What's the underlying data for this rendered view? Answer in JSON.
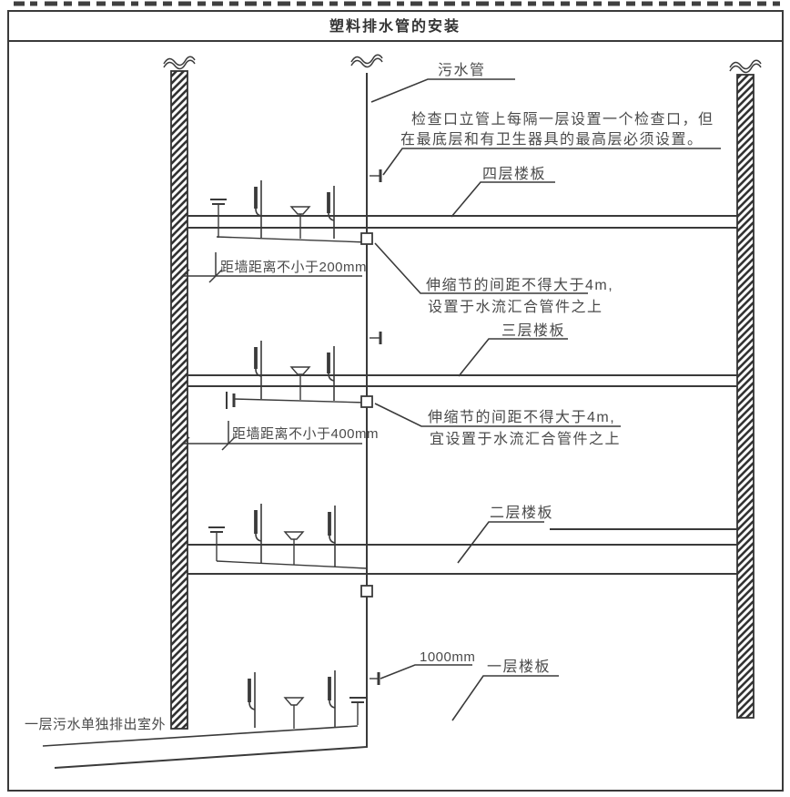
{
  "title": "塑料排水管的安装",
  "annotations": {
    "sewage_pipe": "污水管",
    "inspection_port_note": [
      "检查口立管上每隔一层设置一个检查口，但",
      "在最底层和有卫生器具的最高层必须设置。"
    ],
    "floor4_slab": "四层楼板",
    "wall_distance_200mm": "距墙距离不小于200mm",
    "expansion_joint_note_floor4": [
      "伸缩节的间距不得大于4m,",
      "设置于水流汇合管件之上"
    ],
    "floor3_slab": "三层楼板",
    "wall_distance_400mm": "距墙距离不小于400mm",
    "expansion_joint_note_floor3": [
      "伸缩节的间距不得大于4m,",
      "宜设置于水流汇合管件之上"
    ],
    "floor2_slab": "二层楼板",
    "check_port_height": "1000mm",
    "floor1_slab": "一层楼板",
    "floor1_outlet_note": "一层污水单独排出室外"
  },
  "colors": {
    "line": "#3a3a3a",
    "text": "#4a4a4a",
    "background": "#ffffff"
  }
}
